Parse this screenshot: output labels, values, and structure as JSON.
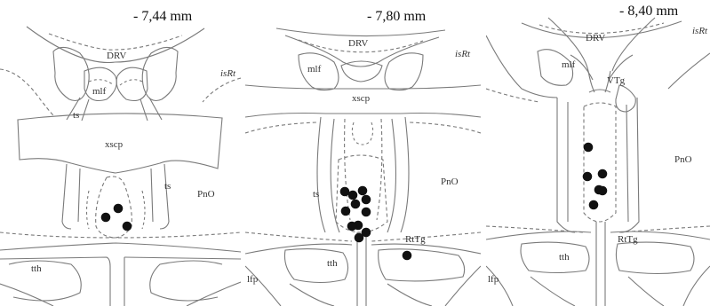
{
  "panels": [
    {
      "title": "- 7,44 mm",
      "labels": {
        "drv": "DRV",
        "isrt": "isRt",
        "mlf": "mlf",
        "ts": "ts",
        "ts2": "ts",
        "xscp": "xscp",
        "pno": "PnO",
        "tth": "tth"
      }
    },
    {
      "title": "- 7,80 mm",
      "labels": {
        "drv": "DRV",
        "isrt": "isRt",
        "mlf": "mlf",
        "xscp": "xscp",
        "ts": "ts",
        "pno": "PnO",
        "rttg": "RtTg",
        "tth": "tth",
        "lfp": "lfp"
      }
    },
    {
      "title": "- 8,40 mm",
      "labels": {
        "drv": "DRV",
        "isrt": "isRt",
        "mlf": "mlf",
        "vtg": "VTg",
        "pno": "PnO",
        "rttg": "RtTg",
        "tth": "tth",
        "lfp": "lfp"
      }
    }
  ],
  "dot_color": "#111111",
  "line_color": "#7a7a7a"
}
